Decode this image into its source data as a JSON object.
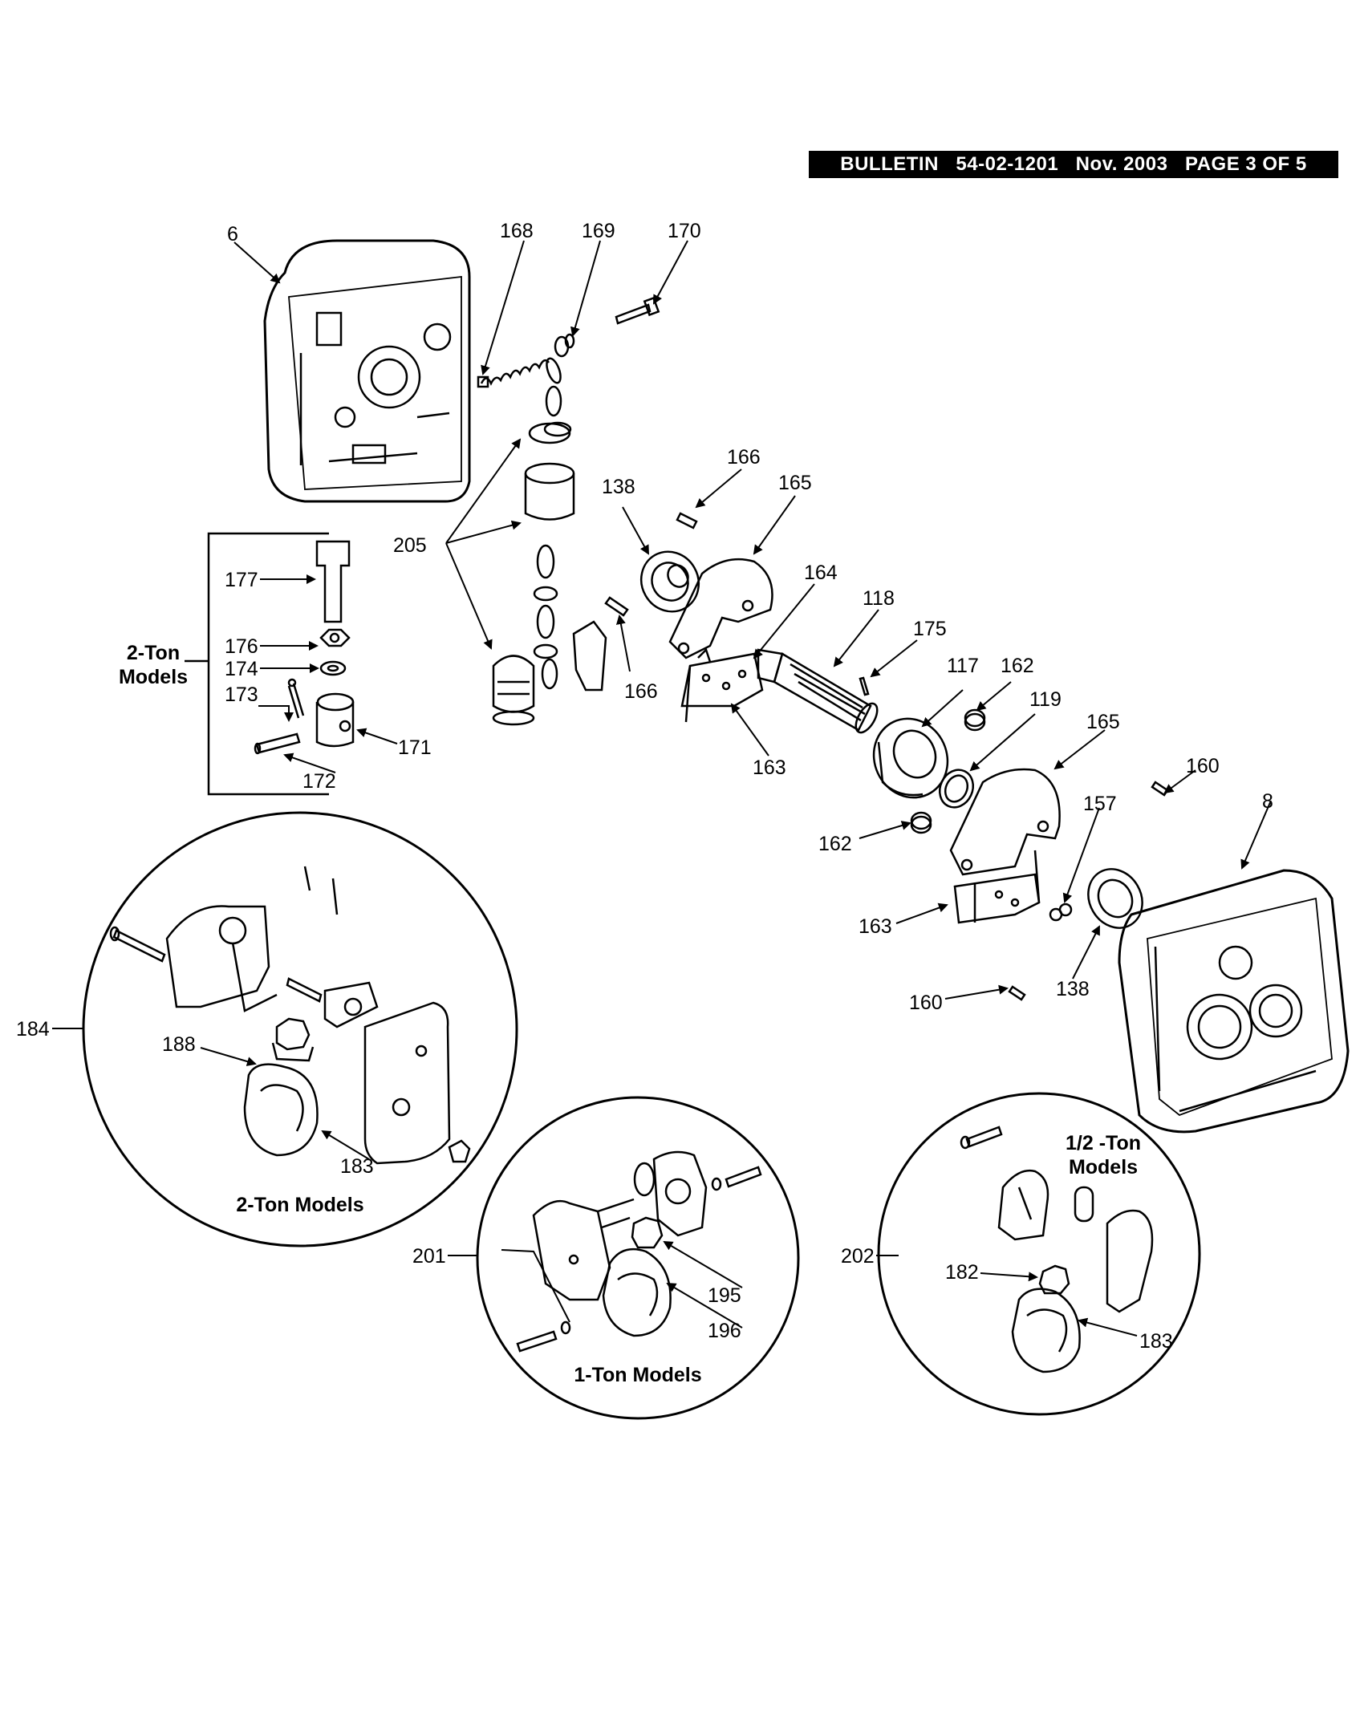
{
  "header": {
    "bulletin": "BULLETIN   54-02-1201   Nov. 2003   PAGE 3 OF 5"
  },
  "part_numbers": {
    "p6": "6",
    "p168": "168",
    "p169": "169",
    "p170": "170",
    "p166a": "166",
    "p165a": "165",
    "p138a": "138",
    "p205": "205",
    "p164": "164",
    "p118": "118",
    "p175": "175",
    "p117": "117",
    "p162a": "162",
    "p166b": "166",
    "p163a": "163",
    "p119": "119",
    "p165b": "165",
    "p160a": "160",
    "p8": "8",
    "p157": "157",
    "p162b": "162",
    "p163b": "163",
    "p138b": "138",
    "p160b": "160",
    "p177": "177",
    "p176": "176",
    "p174": "174",
    "p173": "173",
    "p171": "171",
    "p172": "172",
    "p184": "184",
    "p188": "188",
    "p183a": "183",
    "p201": "201",
    "p195": "195",
    "p196": "196",
    "p202": "202",
    "p182": "182",
    "p183b": "183"
  },
  "captions": {
    "two_ton_box_line1": "2-Ton",
    "two_ton_box_line2": "Models",
    "two_ton_circle": "2-Ton Models",
    "one_ton_circle": "1-Ton Models",
    "half_ton_line1": "1/2 -Ton",
    "half_ton_line2": "Models"
  }
}
